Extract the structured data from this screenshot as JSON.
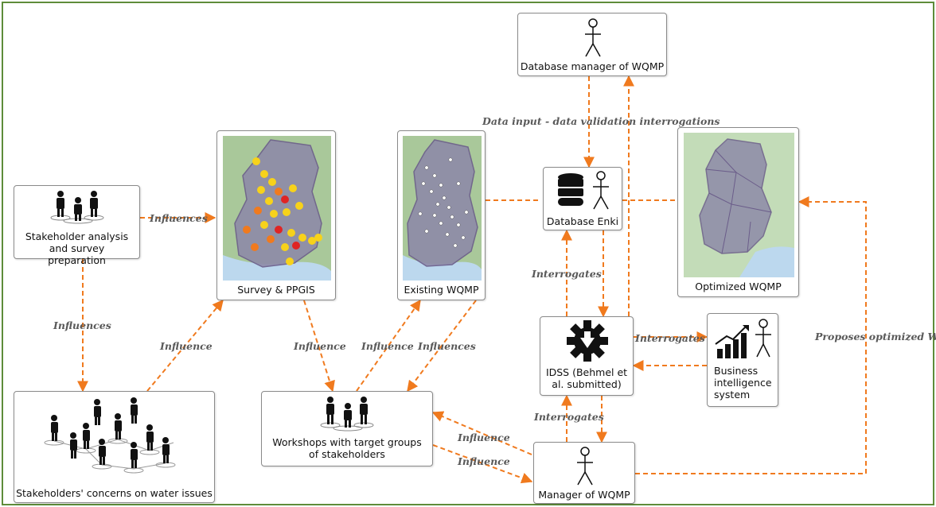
{
  "colors": {
    "border": "#5e8c3a",
    "arrow": "#f07a1e",
    "map_outline": "#6b5d8a",
    "pin_yellow": "#f7d21a",
    "pin_orange": "#f07a1e",
    "pin_red": "#e02424"
  },
  "nodes": {
    "stakeholder_analysis": "Stakeholder analysis and survey preparation",
    "stakeholders_concerns": "Stakeholders' concerns on water issues",
    "survey_ppgis": "Survey & PPGIS",
    "existing_wqmp": "Existing WQMP",
    "workshops": "Workshops with target groups of stakeholders",
    "database_manager": "Database manager of WQMP",
    "database_enki": "Database Enki",
    "optimized_wqmp": "Optimized WQMP",
    "idss": "IDSS (Behmel et al. submitted)",
    "business_intelligence": "Business intelligence system",
    "manager_wqmp": "Manager of WQMP"
  },
  "edge_labels": {
    "data_input": "Data input - data validation interrogations",
    "influences_right": "Influences",
    "influences_down": "Influences",
    "influence_left": "Influence",
    "influence_survey_down": "Influence",
    "influence_up_existing": "Influence",
    "influences_existing_down": "Influences",
    "interrogates_db": "Interrogates",
    "interrogates_bi": "Interrogates",
    "interrogates_idss": "Interrogates",
    "influence_workshop_1": "Influence",
    "influence_workshop_2": "Influence",
    "proposes": "Proposes optimized WQMP"
  }
}
